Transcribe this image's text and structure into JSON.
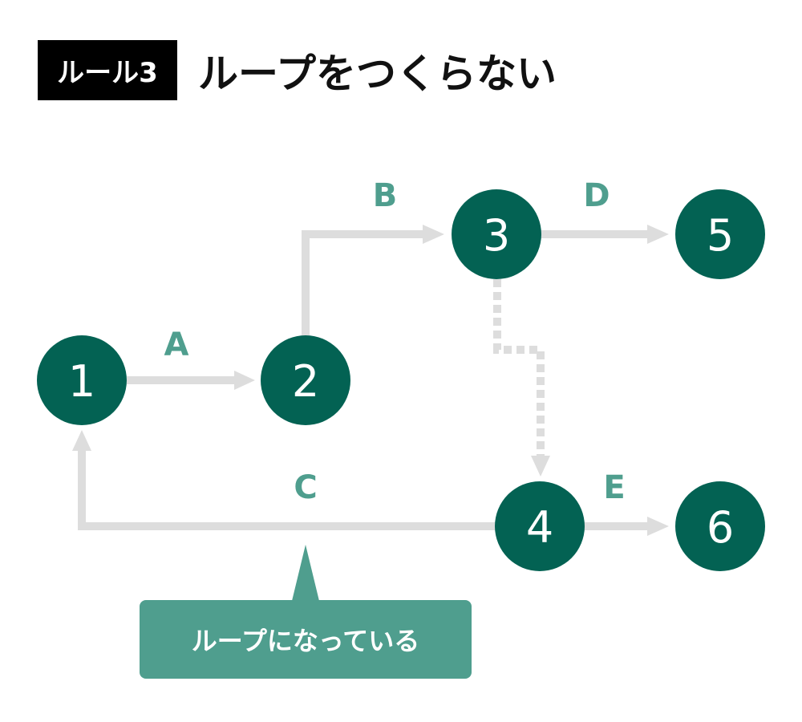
{
  "header": {
    "badge": "ルール3",
    "title": "ループをつくらない"
  },
  "colors": {
    "node": "#036253",
    "edge": "#dddddd",
    "accent": "#4f9e8e",
    "badge_bg": "#000000"
  },
  "nodes": [
    {
      "id": "n1",
      "label": "1"
    },
    {
      "id": "n2",
      "label": "2"
    },
    {
      "id": "n3",
      "label": "3"
    },
    {
      "id": "n4",
      "label": "4"
    },
    {
      "id": "n5",
      "label": "5"
    },
    {
      "id": "n6",
      "label": "6"
    }
  ],
  "edges": [
    {
      "id": "A",
      "label": "A",
      "from": "1",
      "to": "2",
      "style": "solid"
    },
    {
      "id": "B",
      "label": "B",
      "from": "2",
      "to": "3",
      "style": "solid"
    },
    {
      "id": "C",
      "label": "C",
      "from": "4",
      "to": "1",
      "style": "solid"
    },
    {
      "id": "D",
      "label": "D",
      "from": "3",
      "to": "5",
      "style": "solid"
    },
    {
      "id": "E",
      "label": "E",
      "from": "4",
      "to": "6",
      "style": "solid"
    },
    {
      "id": "dummy",
      "label": "",
      "from": "3",
      "to": "4",
      "style": "dotted"
    }
  ],
  "callout": {
    "text": "ループになっている"
  }
}
